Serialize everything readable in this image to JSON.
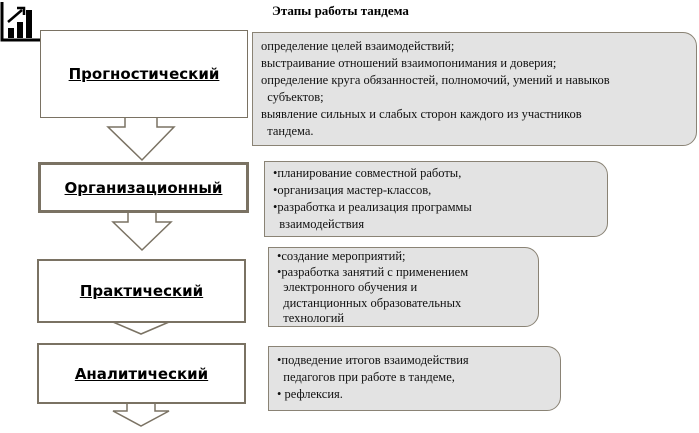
{
  "title": "Этапы работы тандема",
  "stages": [
    {
      "label": "Прогностический",
      "items": [
        "определение целей взаимодействий;",
        "выстраивание отношений взаимопонимания и доверия;",
        "определение круга обязанностей, полномочий, умений и навыков\n  субъектов;",
        "выявление сильных и слабых сторон каждого из участников\n  тандема."
      ]
    },
    {
      "label": "Организационный",
      "items": [
        "•планирование совместной работы,",
        "•организация мастер-классов,",
        "•разработка и реализация программы\n  взаимодействия"
      ]
    },
    {
      "label": "Практический",
      "items": [
        "•создание мероприятий;",
        "•разработка занятий с применением\n  электронного обучения и\n  дистанционных образовательных\n  технологий"
      ]
    },
    {
      "label": "Аналитический",
      "items": [
        "•подведение итогов взаимодействия\n  педагогов при работе в тандеме,",
        "• рефлексия."
      ]
    }
  ],
  "colors": {
    "border": "#7a7263",
    "fill": "#e3e3e3"
  }
}
